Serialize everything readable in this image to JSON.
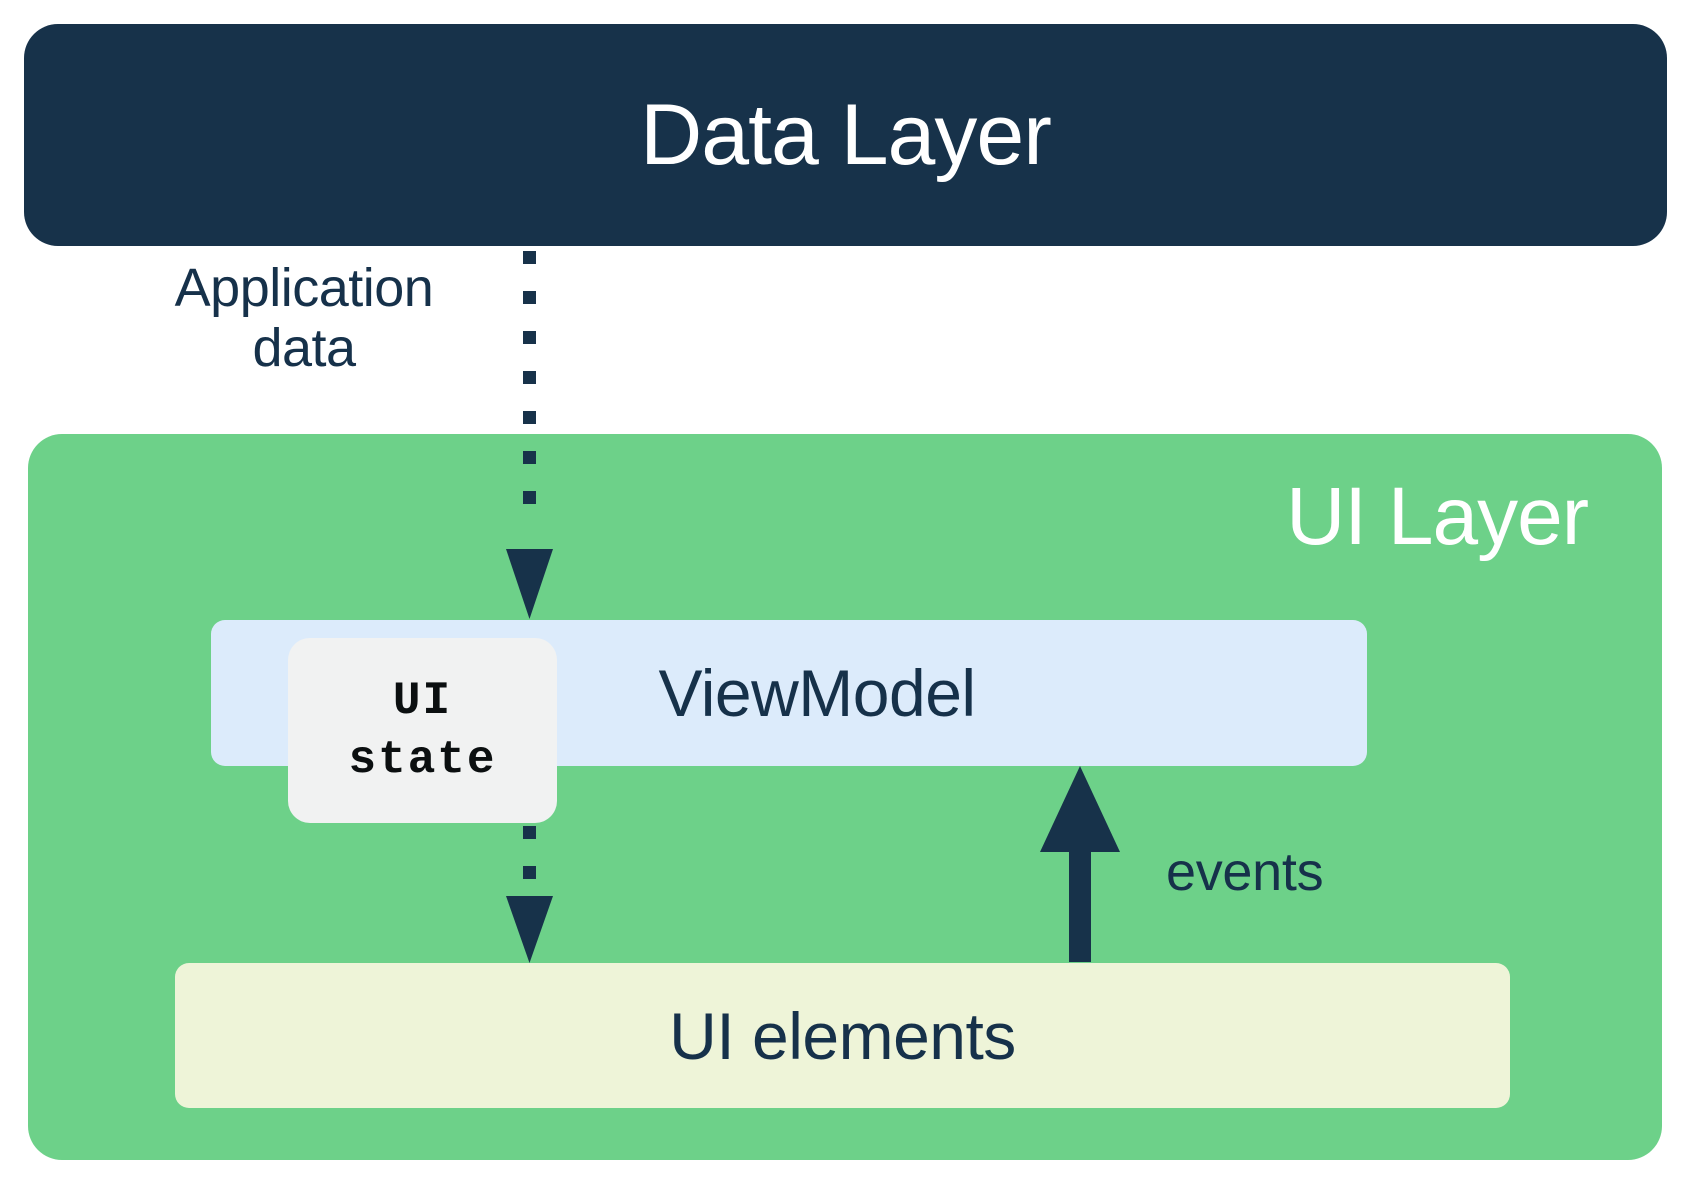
{
  "diagram": {
    "title": "Android app architecture - UI Layer and Data Layer",
    "colors": {
      "data_layer_bg": "#17324A",
      "ui_layer_bg": "#6DD189",
      "viewmodel_bg": "#DCEBFB",
      "ui_state_bg": "#F1F2F2",
      "ui_elements_bg": "#EEF4D8",
      "ink": "#16314A",
      "white": "#FFFFFF",
      "mono_ink": "#0B0F10"
    }
  },
  "data_layer": {
    "label": "Data Layer"
  },
  "ui_layer": {
    "label": "UI Layer",
    "viewmodel": {
      "label": "ViewModel"
    },
    "ui_state": {
      "line1": "UI",
      "line2": "state"
    },
    "ui_elements": {
      "label": "UI elements"
    }
  },
  "connectors": {
    "application_data": {
      "label_line1": "Application",
      "label_line2": "data",
      "style": "dotted-arrow-down",
      "from": "Data Layer",
      "to": "ViewModel"
    },
    "ui_state_flow": {
      "label": "",
      "style": "dotted-arrow-down",
      "from": "UI state",
      "to": "UI elements"
    },
    "events": {
      "label": "events",
      "style": "solid-arrow-up",
      "from": "UI elements",
      "to": "ViewModel"
    }
  }
}
